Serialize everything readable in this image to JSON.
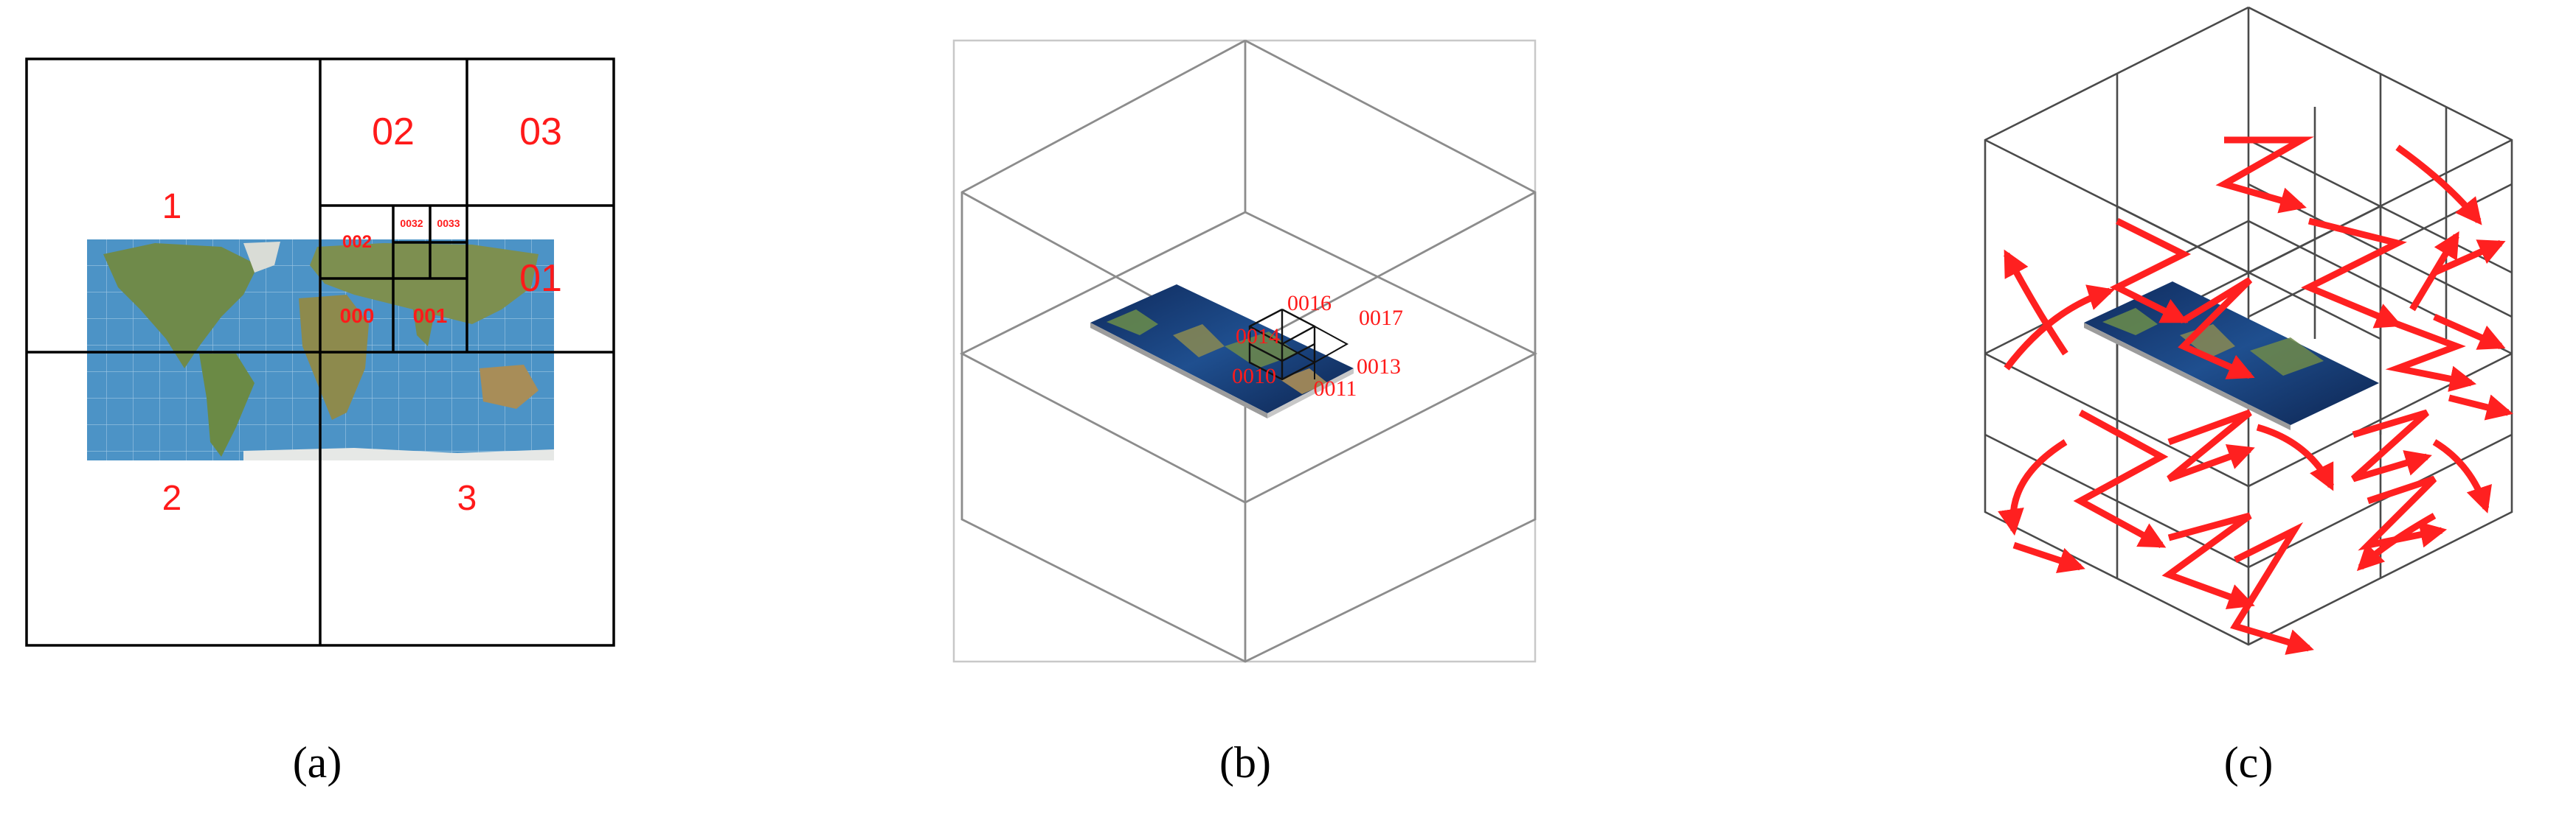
{
  "panel_a": {
    "labels": {
      "q1": "1",
      "q2": "2",
      "q3": "3",
      "q02": "02",
      "q03": "03",
      "q01": "01",
      "q000": "000",
      "q001": "001",
      "q002": "002",
      "q0032": "0032",
      "q0033": "0033"
    },
    "caption": "(a)"
  },
  "panel_b": {
    "labels": {
      "c0016": "0016",
      "c0017": "0017",
      "c0014": "0014",
      "c0013": "0013",
      "c0010": "0010",
      "c0011": "0011"
    },
    "caption": "(b)"
  },
  "panel_c": {
    "caption": "(c)"
  },
  "colors": {
    "label_red": "#ff1a1a",
    "ocean": "#4c93c6",
    "land": "#6f8a4a"
  }
}
